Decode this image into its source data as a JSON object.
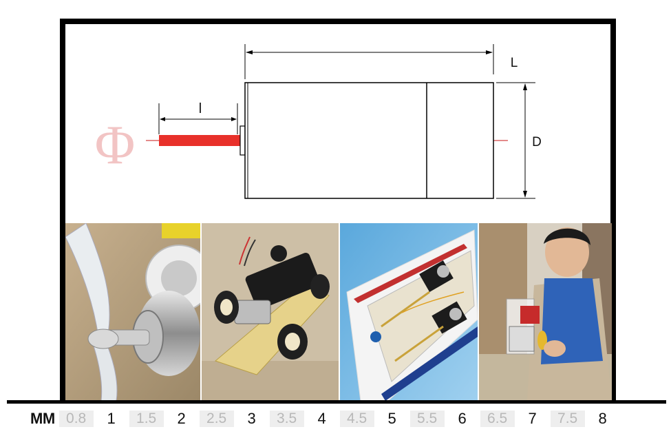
{
  "diagram": {
    "phi_symbol": "Φ",
    "shaft_length_label": "l",
    "body_length_label": "L",
    "diameter_label": "D",
    "colors": {
      "shaft": "#e8302a",
      "phi": "#f2c4c4",
      "centerline": "#d44444"
    }
  },
  "photos": [
    {
      "name": "propeller-motor-photo"
    },
    {
      "name": "toy-car-photo"
    },
    {
      "name": "rc-boat-photo"
    },
    {
      "name": "child-robot-photo"
    }
  ],
  "scale": {
    "unit": "MM",
    "ticks": [
      "0.8",
      "1",
      "1.5",
      "2",
      "2.5",
      "3",
      "3.5",
      "4",
      "4.5",
      "5",
      "5.5",
      "6",
      "6.5",
      "7",
      "7.5",
      "8"
    ],
    "minor_ticks": [
      "0.8",
      "1.5",
      "2.5",
      "3.5",
      "4.5",
      "5.5",
      "6.5",
      "7.5"
    ]
  }
}
